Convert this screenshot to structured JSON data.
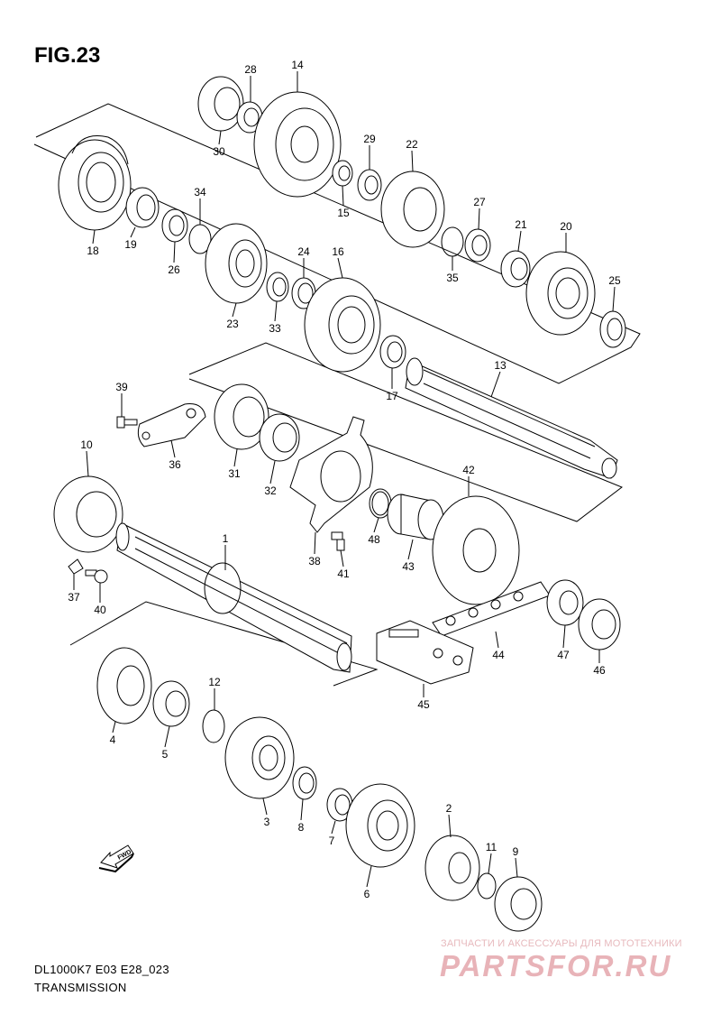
{
  "figure_title": "FIG.23",
  "model_code": "DL1000K7 E03 E28_023",
  "section_name": "TRANSMISSION",
  "fwd_label": "FWD",
  "watermark": {
    "subtitle": "ЗАПЧАСТИ И АКСЕССУАРЫ ДЛЯ МОТОТЕХНИКИ",
    "logo": "PARTSFOR.RU",
    "color": "#e8b3b8"
  },
  "part_numbers": [
    "1",
    "2",
    "3",
    "4",
    "5",
    "6",
    "7",
    "8",
    "9",
    "10",
    "11",
    "12",
    "13",
    "14",
    "15",
    "16",
    "17",
    "18",
    "19",
    "20",
    "21",
    "22",
    "23",
    "24",
    "25",
    "26",
    "27",
    "28",
    "29",
    "30",
    "31",
    "32",
    "33",
    "34",
    "35",
    "36",
    "37",
    "38",
    "39",
    "40",
    "41",
    "42",
    "43",
    "44",
    "45",
    "46",
    "47",
    "48"
  ]
}
